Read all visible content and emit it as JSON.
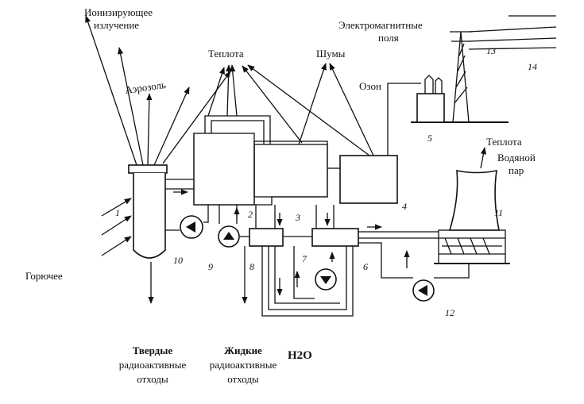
{
  "labels": {
    "ionizing": [
      "Ионизирующее",
      "излучение"
    ],
    "aerosol": "Аэрозоль",
    "heat_top": "Теплота",
    "noise": "Шумы",
    "em_fields": [
      "Электромагнитные",
      "поля"
    ],
    "ozone": "Озон",
    "heat_tower": "Теплота",
    "vapor": [
      "Водяной",
      "пар"
    ],
    "fuel": "Горючее",
    "solid_waste": [
      "Твердые",
      "радиоактивные",
      "отходы"
    ],
    "liquid_waste": [
      "Жидкие",
      "радиоактивные",
      "отходы"
    ],
    "h2o": "H2O"
  },
  "numbers": [
    "1",
    "2",
    "3",
    "4",
    "5",
    "6",
    "7",
    "8",
    "9",
    "10",
    "11",
    "12",
    "13",
    "14"
  ]
}
